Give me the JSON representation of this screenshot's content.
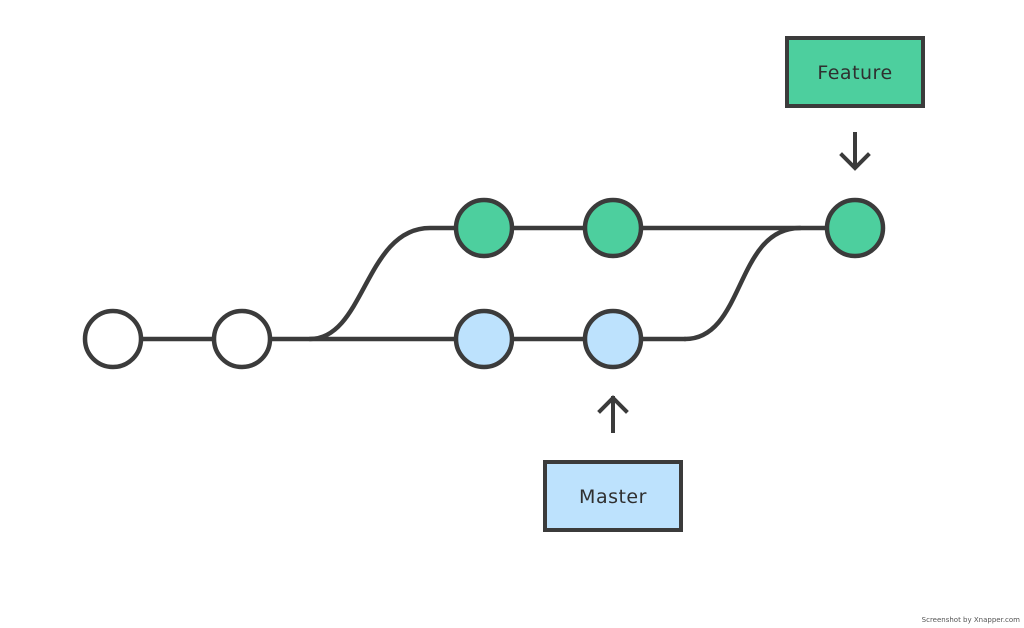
{
  "diagram": {
    "branches": {
      "feature": {
        "label": "Feature"
      },
      "master": {
        "label": "Master"
      }
    },
    "colors": {
      "line": "#3b3b3b",
      "base_commit": "#ffffff",
      "feature_commit": "#4dcf9e",
      "master_commit": "#bde2fd",
      "feature_label_bg": "#4dcf9e",
      "master_label_bg": "#bde2fd"
    }
  },
  "watermark": "Screenshot by Xnapper.com"
}
